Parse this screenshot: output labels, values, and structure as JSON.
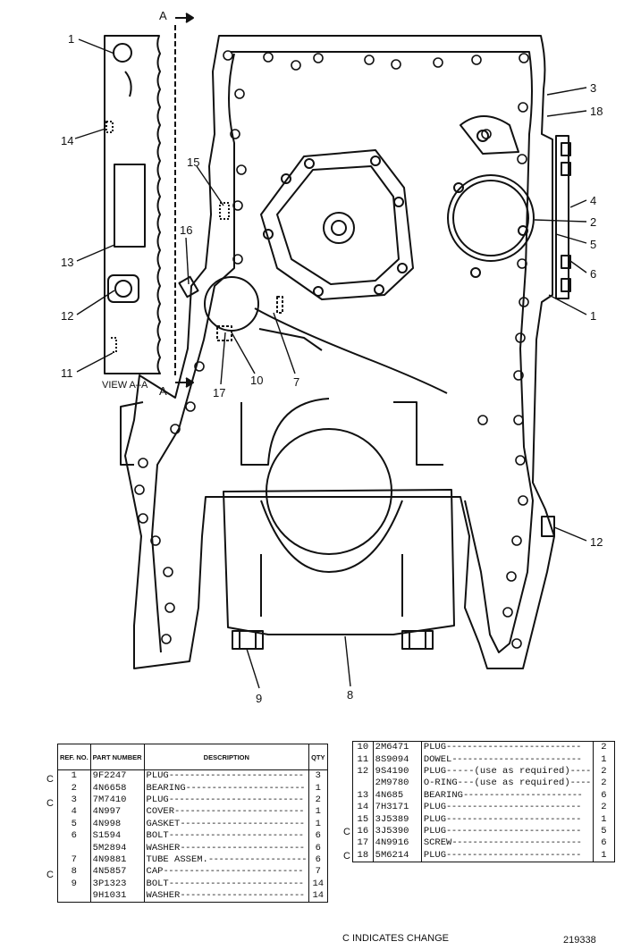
{
  "diagram": {
    "view_label": "VIEW A–A",
    "section_marker": "A",
    "callouts": {
      "c1_top": "1",
      "c14": "14",
      "c13": "13",
      "c12_left": "12",
      "c11": "11",
      "c15": "15",
      "c16": "16",
      "c17": "17",
      "c10": "10",
      "c7": "7",
      "c3": "3",
      "c18": "18",
      "c4": "4",
      "c2": "2",
      "c5": "5",
      "c6": "6",
      "c1_right": "1",
      "c12_right": "12",
      "c9": "9",
      "c8": "8"
    }
  },
  "parts_table_left": {
    "headers": {
      "ref": "REF. NO.",
      "part": "PART NUMBER",
      "desc": "DESCRIPTION",
      "qty": "QTY"
    },
    "rows": [
      {
        "change": "C",
        "ref": "1",
        "part": "9F2247",
        "desc": "PLUG",
        "qty": "3"
      },
      {
        "change": "",
        "ref": "2",
        "part": "4N6658",
        "desc": "BEARING",
        "qty": "1"
      },
      {
        "change": "C",
        "ref": "3",
        "part": "7M7410",
        "desc": "PLUG",
        "qty": "2"
      },
      {
        "change": "",
        "ref": "4",
        "part": "4N997",
        "desc": "COVER",
        "qty": "1"
      },
      {
        "change": "",
        "ref": "5",
        "part": "4N998",
        "desc": "GASKET",
        "qty": "1"
      },
      {
        "change": "",
        "ref": "6",
        "part": "S1594",
        "desc": "BOLT",
        "qty": "6"
      },
      {
        "change": "",
        "ref": "",
        "part": "5M2894",
        "desc": "WASHER",
        "qty": "6"
      },
      {
        "change": "",
        "ref": "7",
        "part": "4N9881",
        "desc": "TUBE ASSEM.",
        "qty": "6"
      },
      {
        "change": "C",
        "ref": "8",
        "part": "4N5857",
        "desc": "CAP",
        "qty": "7"
      },
      {
        "change": "",
        "ref": "9",
        "part": "3P1323",
        "desc": "BOLT",
        "qty": "14"
      },
      {
        "change": "",
        "ref": "",
        "part": "9H1031",
        "desc": "WASHER",
        "qty": "14"
      }
    ]
  },
  "parts_table_right": {
    "rows": [
      {
        "change": "",
        "ref": "10",
        "part": "2M6471",
        "desc": "PLUG",
        "qty": "2"
      },
      {
        "change": "",
        "ref": "11",
        "part": "8S9094",
        "desc": "DOWEL",
        "qty": "1"
      },
      {
        "change": "",
        "ref": "12",
        "part": "9S4190",
        "desc": "PLUG-----(use as required)",
        "qty": "2"
      },
      {
        "change": "",
        "ref": "",
        "part": "2M9780",
        "desc": "O-RING---(use as required)",
        "qty": "2"
      },
      {
        "change": "",
        "ref": "13",
        "part": "4N685",
        "desc": "BEARING",
        "qty": "6"
      },
      {
        "change": "",
        "ref": "14",
        "part": "7H3171",
        "desc": "PLUG",
        "qty": "2"
      },
      {
        "change": "",
        "ref": "15",
        "part": "3J5389",
        "desc": "PLUG",
        "qty": "1"
      },
      {
        "change": "C",
        "ref": "16",
        "part": "3J5390",
        "desc": "PLUG",
        "qty": "5"
      },
      {
        "change": "",
        "ref": "17",
        "part": "4N9916",
        "desc": "SCREW",
        "qty": "6"
      },
      {
        "change": "C",
        "ref": "18",
        "part": "5M6214",
        "desc": "PLUG",
        "qty": "1"
      }
    ]
  },
  "footer": {
    "change_note": "C INDICATES CHANGE",
    "drawing_number": "219338"
  }
}
